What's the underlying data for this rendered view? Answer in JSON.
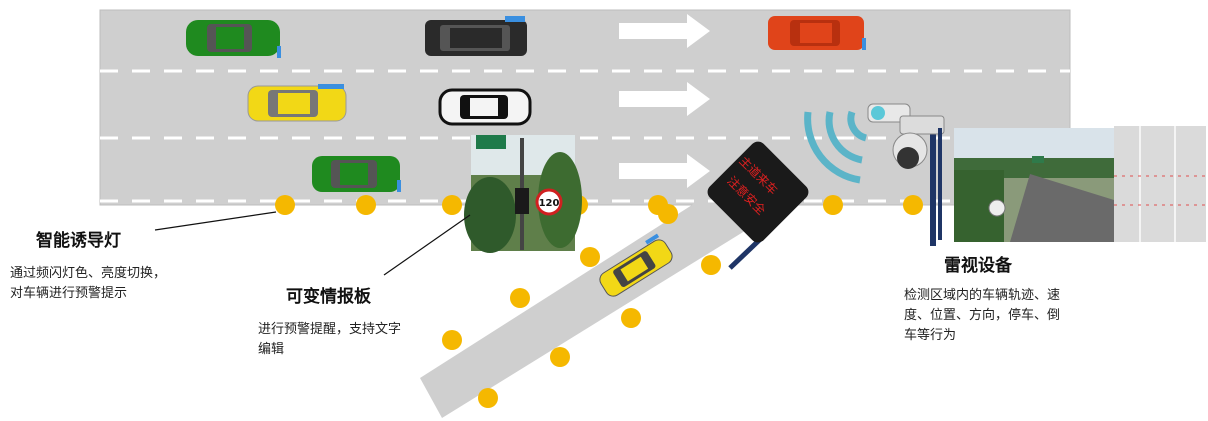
{
  "features": {
    "guide_light": {
      "title": "智能诱导灯",
      "desc_line1": "通过频闪灯色、亮度切换，",
      "desc_line2": "对车辆进行预警提示"
    },
    "variable_board": {
      "title": "可变情报板",
      "desc_line1": "进行预警提醒，支持文字",
      "desc_line2": "编辑"
    },
    "radar_device": {
      "title": "雷视设备",
      "desc_line1": "检测区域内的车辆轨迹、速",
      "desc_line2": "度、位置、方向，停车、倒",
      "desc_line3": "车等行为"
    }
  },
  "signs": {
    "warning_line1": "主道来车",
    "warning_line2": "注意安全",
    "speed_limit": "120"
  },
  "colors": {
    "road": "#cfcfcf",
    "lane_marking": "#ffffff",
    "guide_light": "#f5b800",
    "radar_wave": "#5bb4c8",
    "pole": "#1f3566",
    "warning_sign": "#1a1a1a",
    "warning_text": "#e02020",
    "car_green": "#1f8a1f",
    "car_black": "#2a2a2a",
    "car_orange": "#e0441a",
    "car_yellow": "#f2d816",
    "car_white": "#f4f4f4"
  }
}
